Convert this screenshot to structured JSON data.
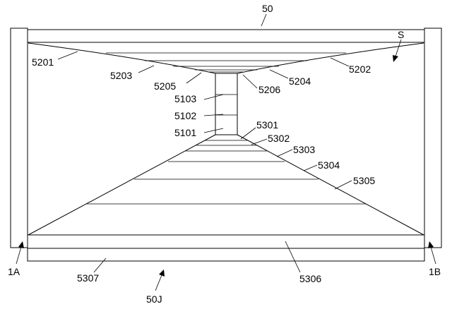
{
  "figure": {
    "labels": {
      "top_ref": "50",
      "bottom_ref": "50J",
      "left_post": "1A",
      "right_post": "1B",
      "space": "S",
      "l5201": "5201",
      "l5202": "5202",
      "l5203": "5203",
      "l5204": "5204",
      "l5205": "5205",
      "l5206": "5206",
      "l5103": "5103",
      "l5102": "5102",
      "l5101": "5101",
      "l5301": "5301",
      "l5302": "5302",
      "l5303": "5303",
      "l5304": "5304",
      "l5305": "5305",
      "l5306": "5306",
      "l5307": "5307"
    }
  }
}
